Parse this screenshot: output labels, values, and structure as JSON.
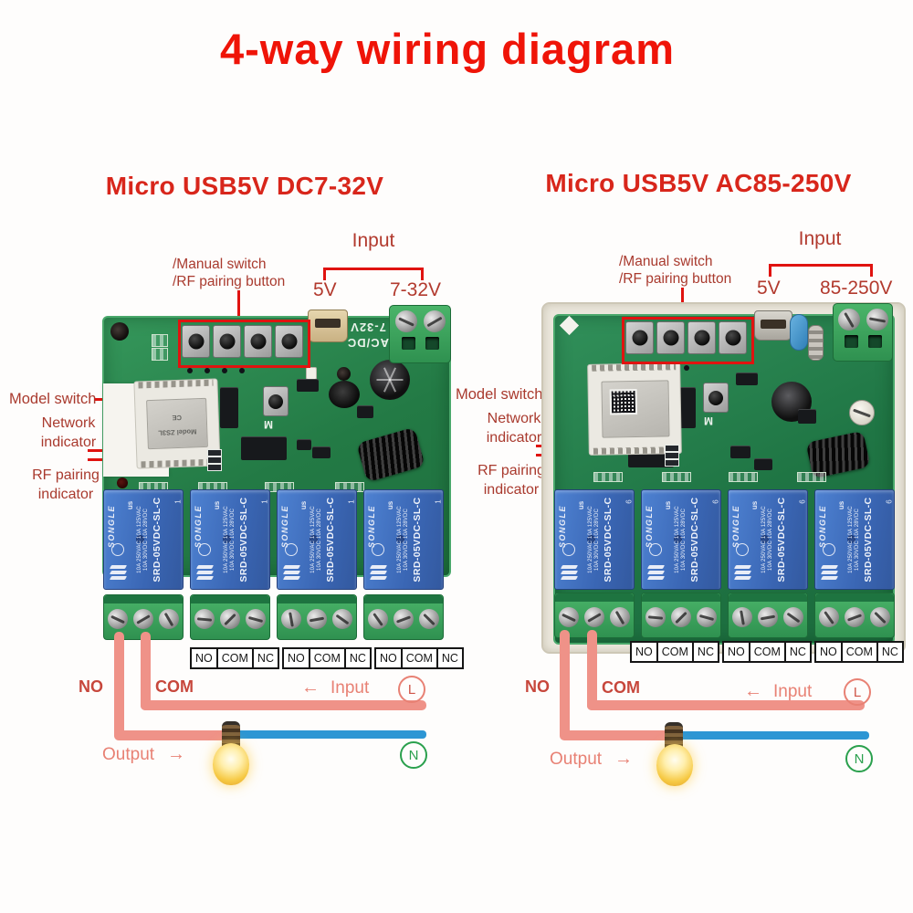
{
  "page": {
    "title": "4-way wiring diagram"
  },
  "wiring": {
    "no": "NO",
    "com": "COM",
    "input": "Input",
    "input_arrow": "←",
    "output": "Output",
    "output_arrow": "→",
    "live": "L",
    "neutral": "N"
  },
  "terminal_strip": [
    "NO",
    "COM",
    "NC"
  ],
  "relay": {
    "brand": "SONGLE",
    "cert": "us",
    "ratings": [
      "10A 250VAC  10A 125VAC",
      "10A 30VDC  10A 28VDC"
    ],
    "model": "SRD-05VDC-SL-C"
  },
  "boards": {
    "left": {
      "title": "Micro USB5V DC7-32V",
      "manual_switch_label": [
        "/Manual switch",
        "/RF pairing button"
      ],
      "input_label": "Input",
      "input_5v": "5V",
      "input_range": "7-32V",
      "model_switch_label": "Model switch",
      "network_label": [
        "Network",
        "indicator"
      ],
      "rf_label": [
        "RF pairing",
        "indicator"
      ],
      "silkscreen": [
        "AC/DC",
        "7-32V"
      ],
      "module_marks": [
        "CE",
        "Model ZS3L"
      ],
      "model_switch_mark": "M",
      "relay_corner": "1"
    },
    "right": {
      "title": "Micro USB5V AC85-250V",
      "manual_switch_label": [
        "/Manual switch",
        "/RF pairing button"
      ],
      "input_label": "Input",
      "input_5v": "5V",
      "input_range": "85-250V",
      "model_switch_label": "Model switch",
      "network_label": [
        "Network",
        "indicator"
      ],
      "rf_label": [
        "RF pairing",
        "indicator"
      ],
      "model_switch_mark": "M",
      "relay_corner": "6"
    }
  }
}
